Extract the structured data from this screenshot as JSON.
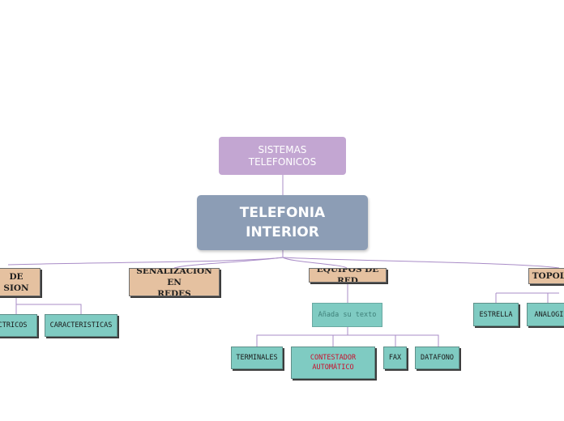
{
  "colors": {
    "link": "#a98cc7",
    "top_topic": "#c3a6d2",
    "central_topic": "#8c9db5",
    "main_topic": "#e5c1a0",
    "subtopic": "#7fcbc2",
    "alert_text": "#c8102e"
  },
  "diagram": {
    "top_topic": "SISTEMAS\nTELEFONICOS",
    "central_topic": "TELEFONIA\nINTERIOR",
    "main_topics": {
      "transmision": "DE\nSION",
      "senalizacion": "SEÑALIZACION EN\nREDES",
      "equipos": "EQUIPOS DE RED",
      "topologia": "TOPOLO"
    },
    "transmision_children": {
      "electricos": "ECTRICOS",
      "caracteristicas": "CARACTERISTICAS"
    },
    "equipos_children": {
      "placeholder": "Añada su texto",
      "terminales": "TERMINALES",
      "contestador": "CONTESTADOR\nAUTOMÁTICO",
      "fax": "FAX",
      "datafono": "DATAFONO"
    },
    "topologia_children": {
      "estrella": "ESTRELLA",
      "analogica": "ANALOGIC"
    }
  }
}
